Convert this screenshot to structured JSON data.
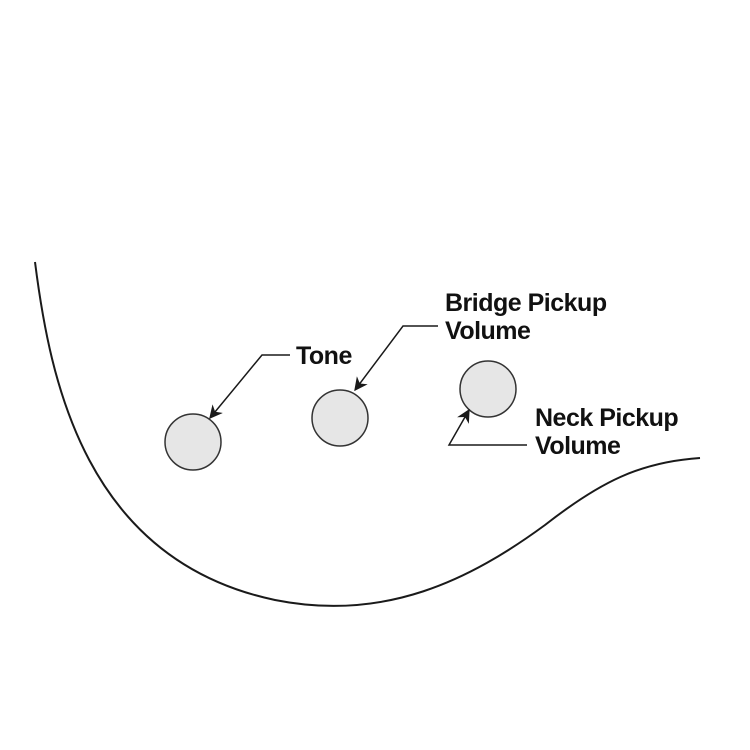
{
  "colors": {
    "background": "#ffffff",
    "outline": "#1a1a1a",
    "knob_fill": "#e6e6e6",
    "knob_stroke": "#333333",
    "label": "#111111"
  },
  "knobs": [
    {
      "id": "tone",
      "lines": [
        "Tone"
      ]
    },
    {
      "id": "bridge-pickup-volume",
      "lines": [
        "Bridge Pickup",
        "Volume"
      ]
    },
    {
      "id": "neck-pickup-volume",
      "lines": [
        "Neck Pickup",
        "Volume"
      ]
    }
  ]
}
